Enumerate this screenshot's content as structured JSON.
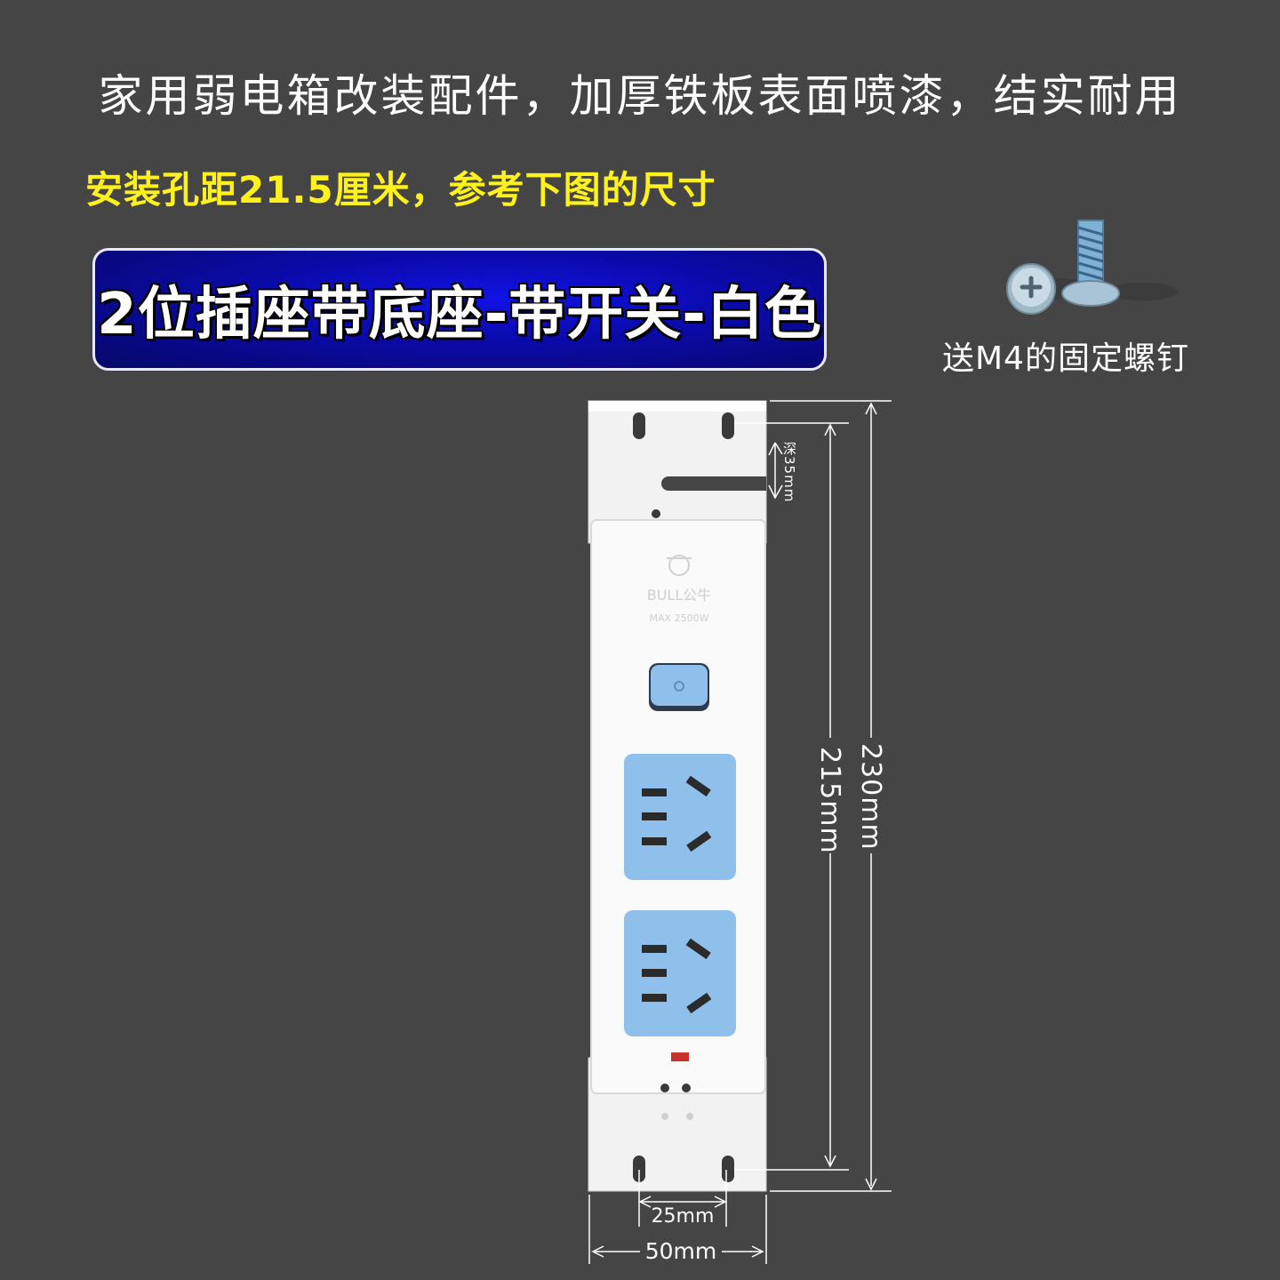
{
  "headline": "家用弱电箱改装配件，加厚铁板表面喷漆，结实耐用",
  "subline": "安装孔距21.5厘米，参考下图的尺寸",
  "banner": "2位插座带底座-带开关-白色",
  "screw_caption": "送M4的固定螺钉",
  "product": {
    "brand": "BULL公牛",
    "rating": "MAX 2500W",
    "socket_color": "#8fc0ec",
    "switch_color": "#8fc0ec"
  },
  "dimensions": {
    "depth": "深35mm",
    "hole_spacing": "215mm",
    "total_height": "230mm",
    "hole_width": "25mm",
    "width": "50mm"
  }
}
